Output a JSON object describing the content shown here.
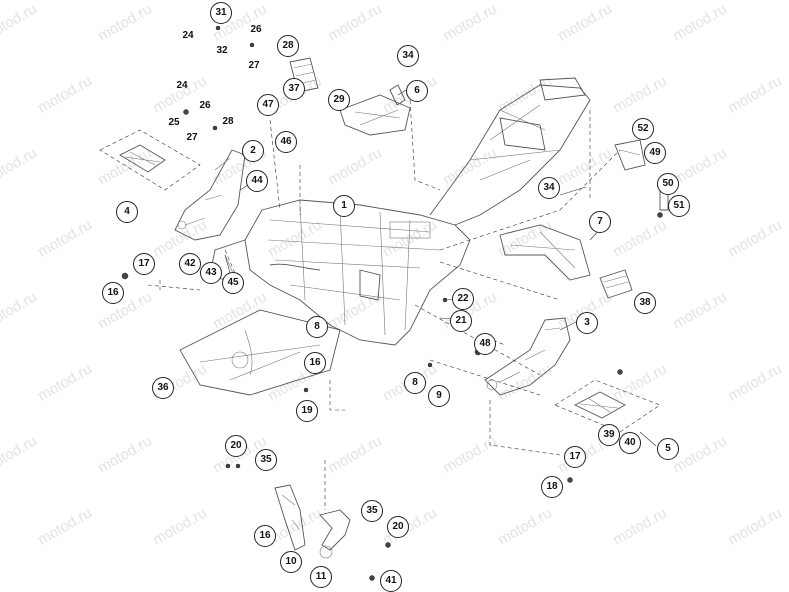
{
  "watermark": "motod.ru",
  "callouts": [
    {
      "id": "1",
      "label": "1"
    },
    {
      "id": "2",
      "label": "2"
    },
    {
      "id": "3",
      "label": "3"
    },
    {
      "id": "4",
      "label": "4"
    },
    {
      "id": "5",
      "label": "5"
    },
    {
      "id": "6",
      "label": "6"
    },
    {
      "id": "7",
      "label": "7"
    },
    {
      "id": "8a",
      "label": "8"
    },
    {
      "id": "8b",
      "label": "8"
    },
    {
      "id": "9",
      "label": "9"
    },
    {
      "id": "10",
      "label": "10"
    },
    {
      "id": "11",
      "label": "11"
    },
    {
      "id": "16a",
      "label": "16"
    },
    {
      "id": "16b",
      "label": "16"
    },
    {
      "id": "16c",
      "label": "16"
    },
    {
      "id": "17a",
      "label": "17"
    },
    {
      "id": "17b",
      "label": "17"
    },
    {
      "id": "18",
      "label": "18"
    },
    {
      "id": "19",
      "label": "19"
    },
    {
      "id": "20a",
      "label": "20"
    },
    {
      "id": "20b",
      "label": "20"
    },
    {
      "id": "21",
      "label": "21"
    },
    {
      "id": "22",
      "label": "22"
    },
    {
      "id": "24a",
      "label": "24"
    },
    {
      "id": "24b",
      "label": "24"
    },
    {
      "id": "25",
      "label": "25"
    },
    {
      "id": "26a",
      "label": "26"
    },
    {
      "id": "26b",
      "label": "26"
    },
    {
      "id": "27a",
      "label": "27"
    },
    {
      "id": "27b",
      "label": "27"
    },
    {
      "id": "28a",
      "label": "28"
    },
    {
      "id": "28b",
      "label": "28"
    },
    {
      "id": "29",
      "label": "29"
    },
    {
      "id": "31",
      "label": "31"
    },
    {
      "id": "32",
      "label": "32"
    },
    {
      "id": "34a",
      "label": "34"
    },
    {
      "id": "34b",
      "label": "34"
    },
    {
      "id": "35a",
      "label": "35"
    },
    {
      "id": "35b",
      "label": "35"
    },
    {
      "id": "36",
      "label": "36"
    },
    {
      "id": "37",
      "label": "37"
    },
    {
      "id": "38",
      "label": "38"
    },
    {
      "id": "39",
      "label": "39"
    },
    {
      "id": "40",
      "label": "40"
    },
    {
      "id": "41",
      "label": "41"
    },
    {
      "id": "42",
      "label": "42"
    },
    {
      "id": "43",
      "label": "43"
    },
    {
      "id": "44",
      "label": "44"
    },
    {
      "id": "45",
      "label": "45"
    },
    {
      "id": "46",
      "label": "46"
    },
    {
      "id": "47",
      "label": "47"
    },
    {
      "id": "48",
      "label": "48"
    },
    {
      "id": "49",
      "label": "49"
    },
    {
      "id": "50",
      "label": "50"
    },
    {
      "id": "51",
      "label": "51"
    },
    {
      "id": "52",
      "label": "52"
    }
  ]
}
